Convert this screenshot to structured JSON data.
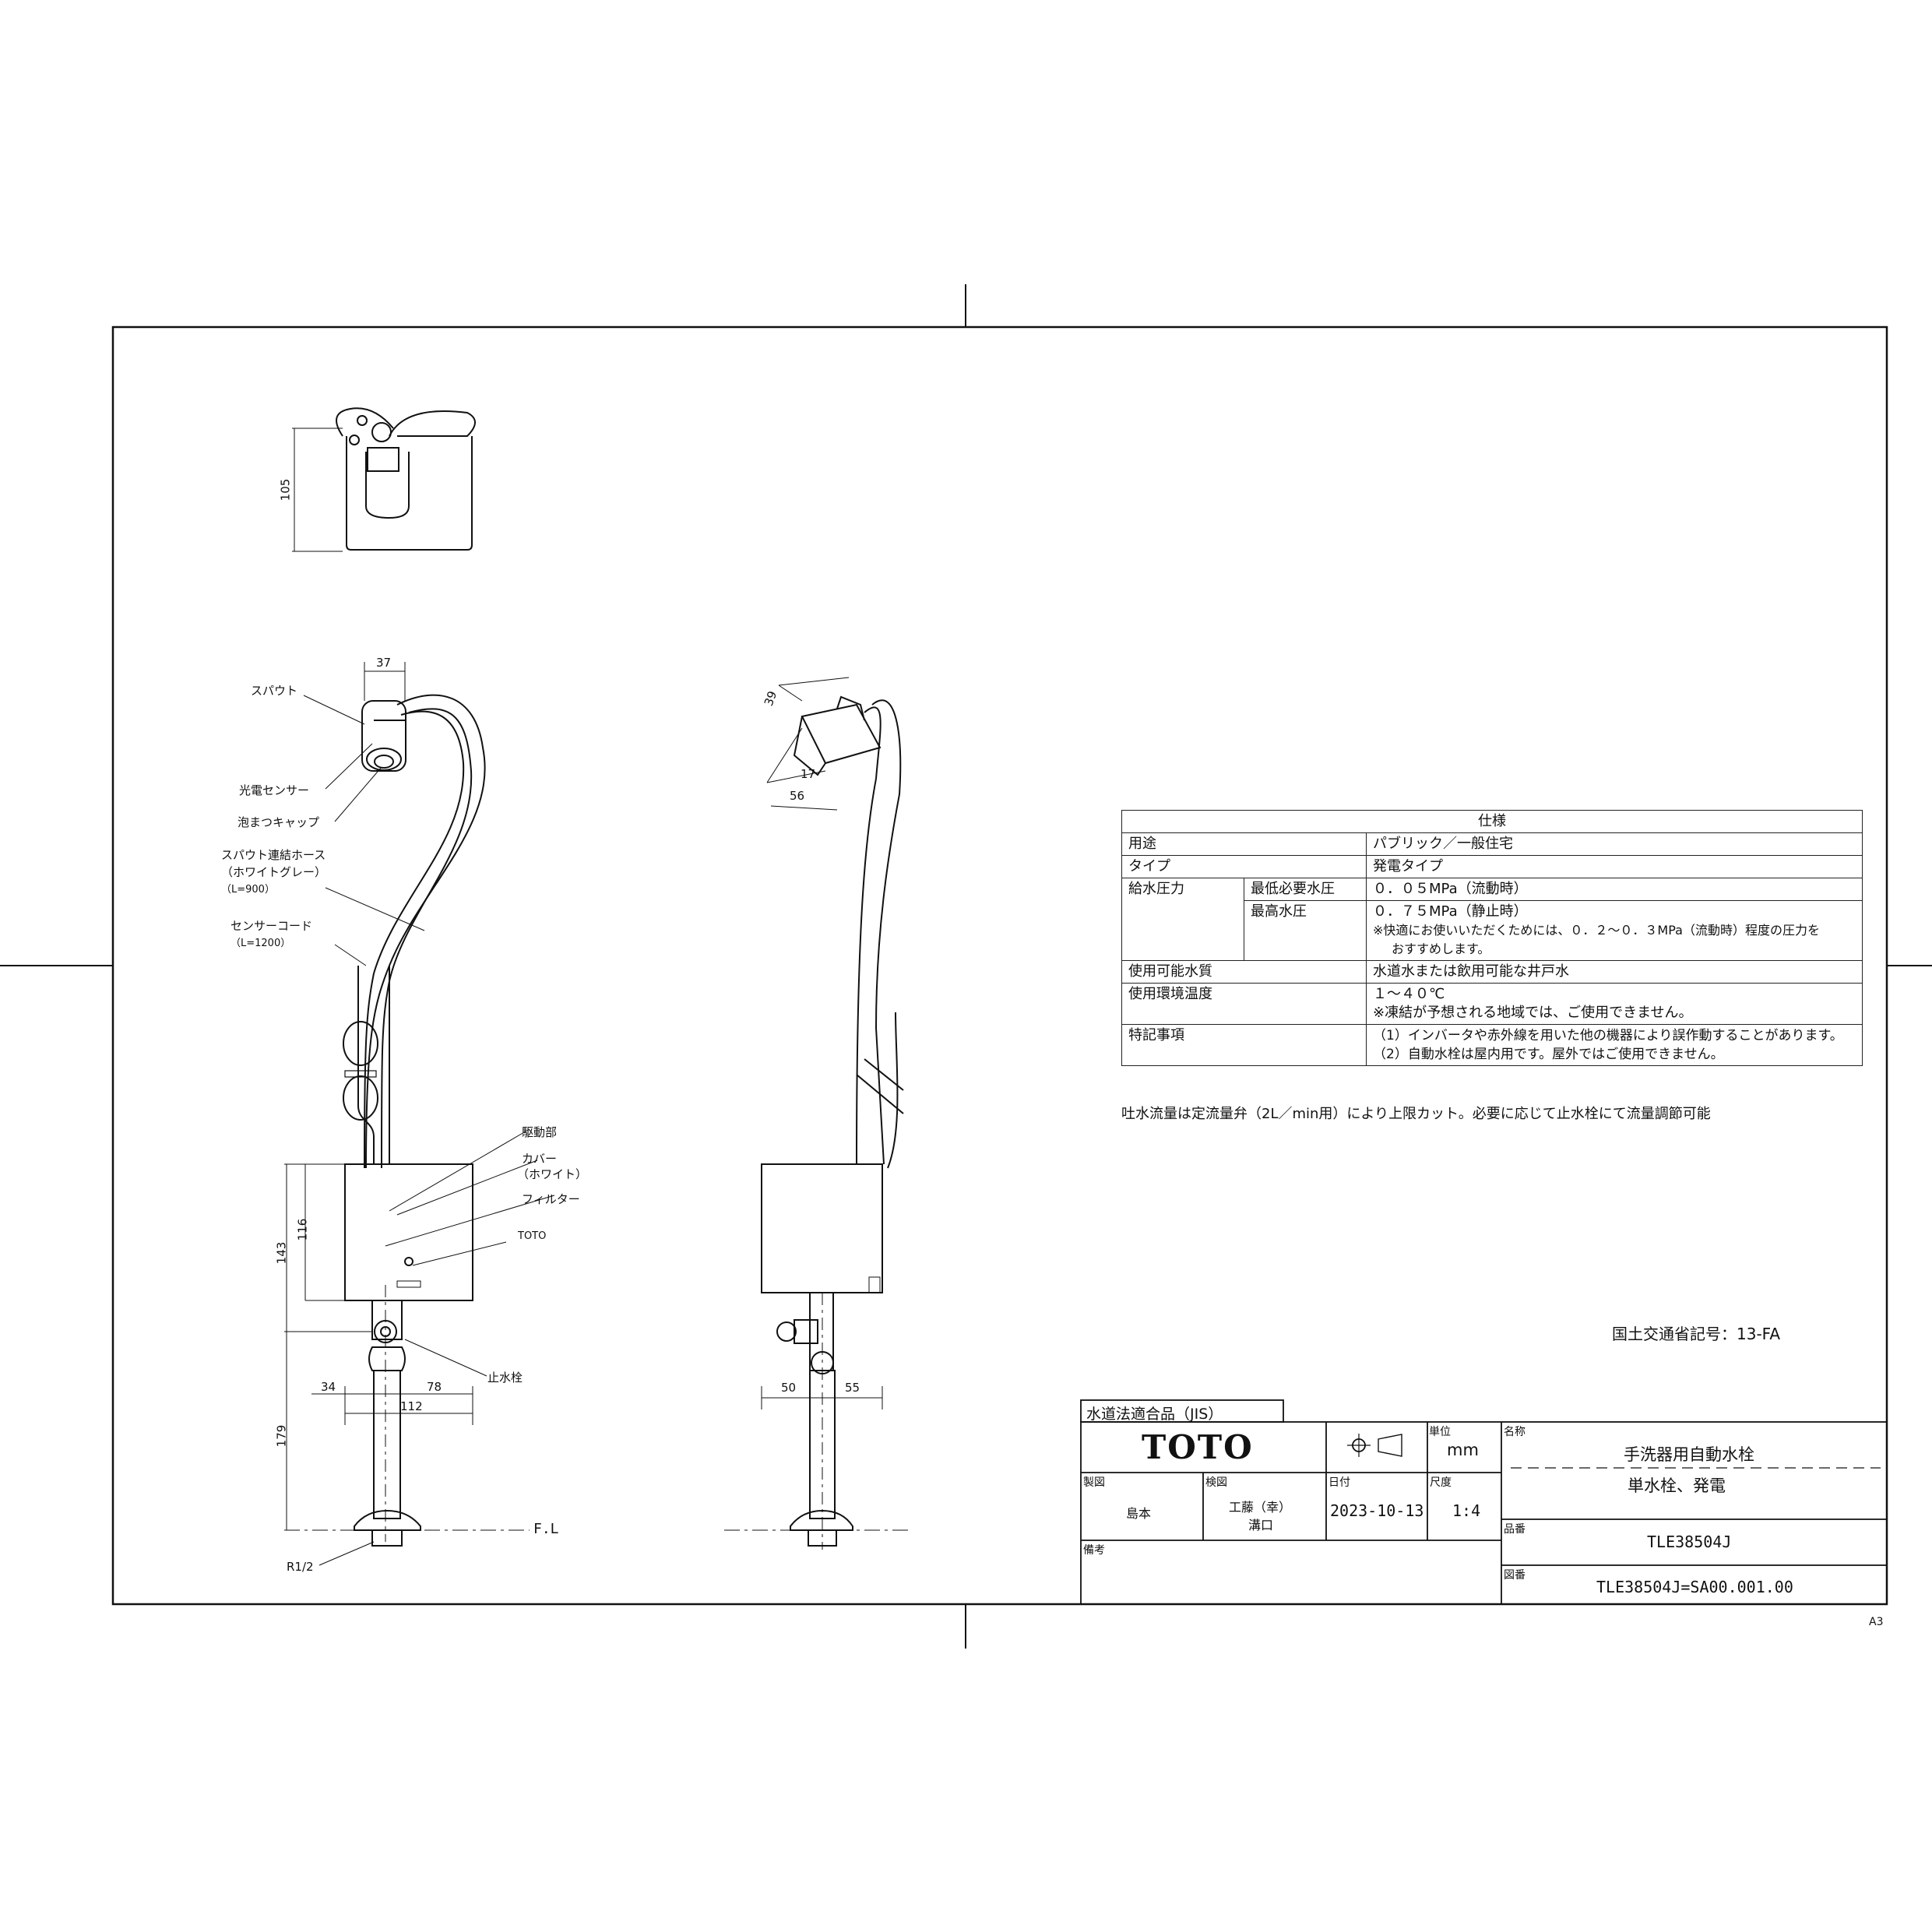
{
  "top_view": {
    "dim_height": "105"
  },
  "front_view": {
    "dims": {
      "spout_width": "37",
      "body_height_total": "143",
      "body_height": "116",
      "pipe_height": "179",
      "left_offset": "34",
      "right_offset": "78",
      "body_width": "112"
    },
    "labels": {
      "spout": "スパウト",
      "sensor": "光電センサー",
      "aerator": "泡まつキャップ",
      "hose_line1": "スパウト連結ホース",
      "hose_line2": "（ホワイトグレー）",
      "hose_line3": "（L=900）",
      "cord_line1": "センサーコード",
      "cord_line2": "（L=1200）",
      "drive": "駆動部",
      "cover_line1": "カバー",
      "cover_line2": "（ホワイト）",
      "filter": "フィルター",
      "toto_mark": "TOTO",
      "stop_valve": "止水栓",
      "floor_line": "F.L",
      "thread": "R1/2"
    }
  },
  "side_view": {
    "dims": {
      "spout_depth": "39",
      "d17": "17",
      "d56": "56",
      "left": "50",
      "right": "55"
    }
  },
  "spec": {
    "title": "仕様",
    "rows": {
      "use_label": "用途",
      "use_value": "パブリック／一般住宅",
      "type_label": "タイプ",
      "type_value": "発電タイプ",
      "pressure_label": "給水圧力",
      "min_label": "最低必要水圧",
      "min_value": "０．０５MPa（流動時）",
      "max_label": "最高水圧",
      "max_value": "０．７５MPa（静止時）",
      "max_note1": "※快適にお使いいただくためには、０．２～０．３MPa（流動時）程度の圧力を",
      "max_note2": "おすすめします。",
      "quality_label": "使用可能水質",
      "quality_value": "水道水または飲用可能な井戸水",
      "temp_label": "使用環境温度",
      "temp_value": "１～４０℃",
      "temp_note": "※凍結が予想される地域では、ご使用できません。",
      "special_label": "特記事項",
      "special_1": "（1）インバータや赤外線を用いた他の機器により誤作動することがあります。",
      "special_2": "（2）自動水栓は屋内用です。屋外ではご使用できません。"
    },
    "flow_note": "吐水流量は定流量弁（2L／min用）により上限カット。必要に応じて止水栓にて流量調節可能",
    "mlit": "国土交通省記号：13-FA"
  },
  "title_block": {
    "jis": "水道法適合品（JIS）",
    "logo": "TOTO",
    "unit_label": "単位",
    "unit_value": "mm",
    "name_label": "名称",
    "name_line1": "手洗器用自動水栓",
    "name_line2": "単水栓、発電",
    "drawn_label": "製図",
    "drawn_value": "島本",
    "checked_label": "検図",
    "checked_value1": "工藤（幸）",
    "checked_value2": "溝口",
    "date_label": "日付",
    "date_value": "2023-10-13",
    "scale_label": "尺度",
    "scale_value": "1:4",
    "part_label": "品番",
    "part_value": "TLE38504J",
    "drawing_label": "図番",
    "drawing_value": "TLE38504J=SA00.001.00",
    "remarks_label": "備考"
  },
  "sheet": "A3"
}
